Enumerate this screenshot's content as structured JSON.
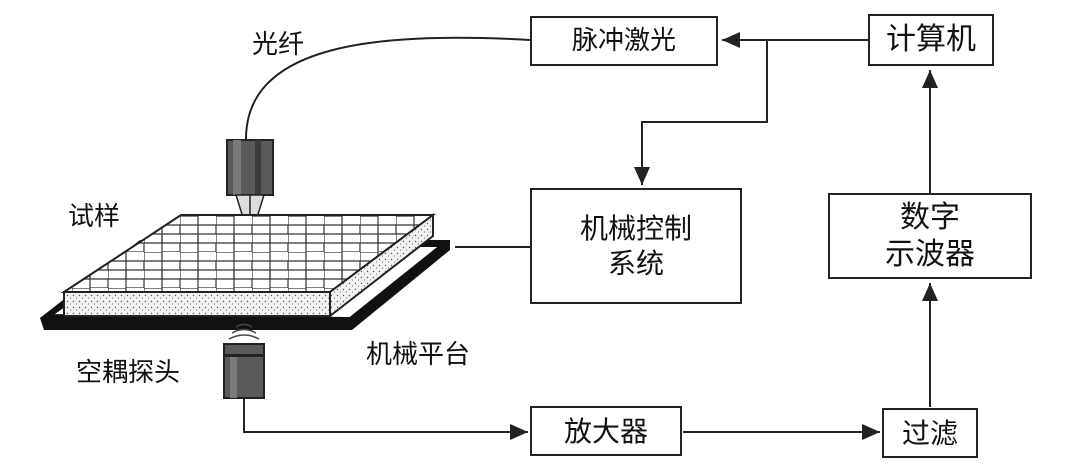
{
  "labels": {
    "fiber": "光纤",
    "sample": "试样",
    "air_probe": "空耦探头",
    "mech_platform": "机械平台"
  },
  "boxes": {
    "pulse_laser": "脉冲激光",
    "computer": "计算机",
    "mech_control_line1": "机械控制",
    "mech_control_line2": "系统",
    "oscilloscope_line1": "数字",
    "oscilloscope_line2": "示波器",
    "amplifier": "放大器",
    "filter": "过滤"
  },
  "colors": {
    "stroke": "#222222",
    "sample_top": "#ffffff",
    "sample_side": "#e8e8e8",
    "platform": "#111111",
    "probe": "#4a4a4a"
  }
}
